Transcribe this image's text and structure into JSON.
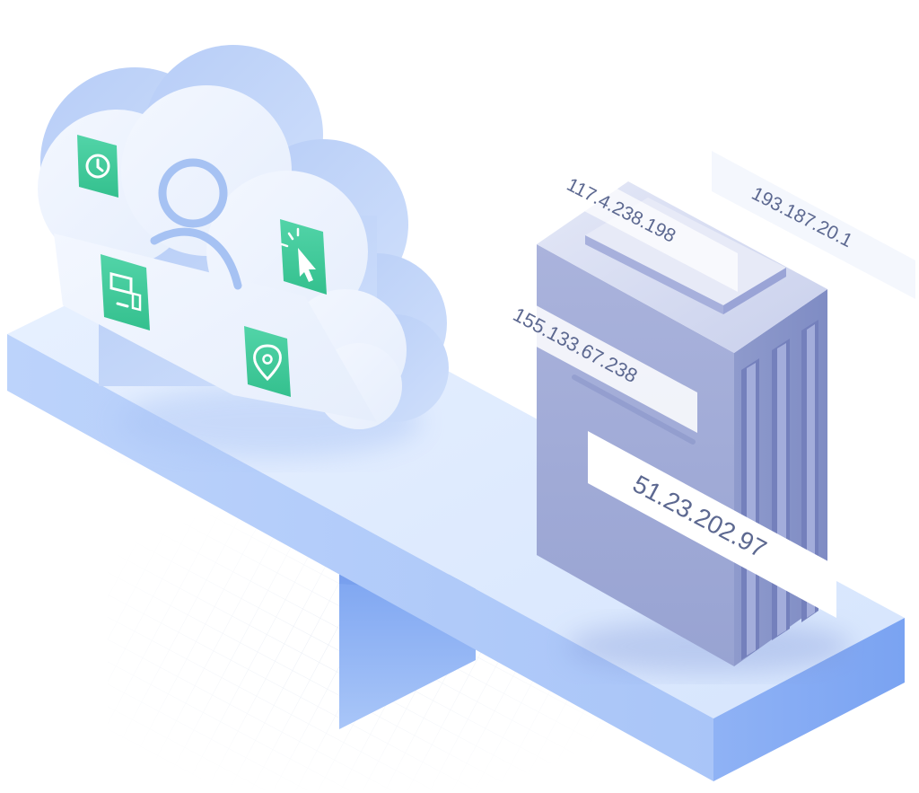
{
  "illustration": {
    "cloud": {
      "icons": [
        "clock-icon",
        "user-icon",
        "cursor-click-icon",
        "devices-icon",
        "location-pin-icon"
      ]
    },
    "server": {
      "ip_labels": {
        "ip_1": "117.4.238.198",
        "ip_2": "193.187.20.1",
        "ip_3": "155.133.67.238",
        "ip_4": "51.23.202.97"
      }
    }
  },
  "colors": {
    "icon_green": "#3ec898",
    "cloud_blue": "#c9dbfb",
    "server_lavender": "#9aa6d6",
    "board_blue": "#dce9fd",
    "label_text": "#5c6890"
  }
}
